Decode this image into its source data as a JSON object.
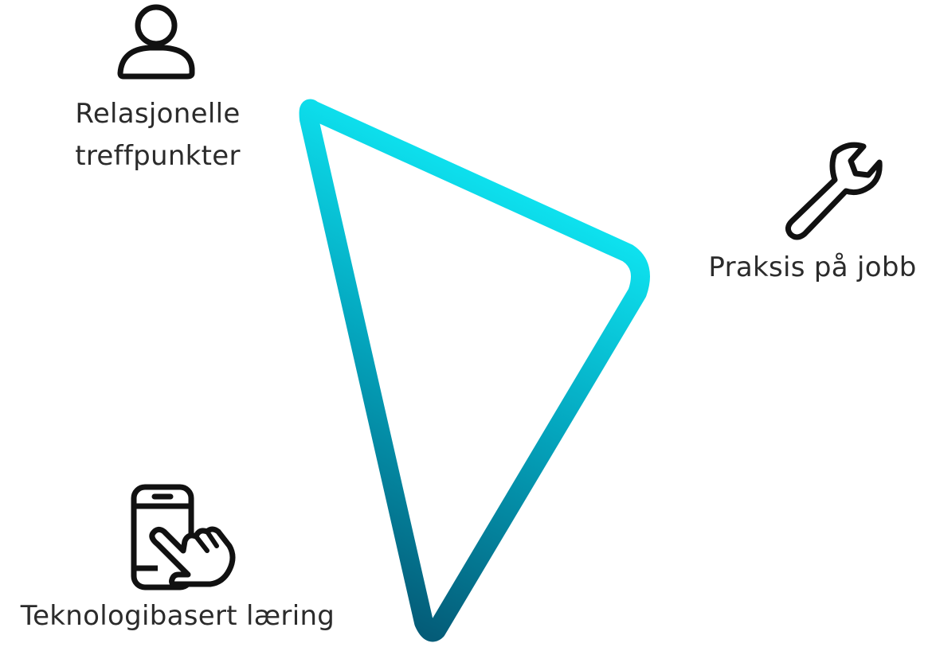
{
  "nodes": {
    "top": {
      "label_line1": "Relasjonelle",
      "label_line2": "treffpunkter",
      "icon": "person-icon"
    },
    "right": {
      "label": "Praksis på jobb",
      "icon": "wrench-icon"
    },
    "bottom": {
      "label": "Teknologibasert læring",
      "icon": "smartphone-touch-icon"
    }
  },
  "colors": {
    "triangle_gradient_light": "#0ee3f0",
    "triangle_gradient_mid": "#04a7bf",
    "triangle_gradient_dark": "#045c78",
    "icon_stroke": "#111111",
    "text": "#2b2b2b"
  }
}
